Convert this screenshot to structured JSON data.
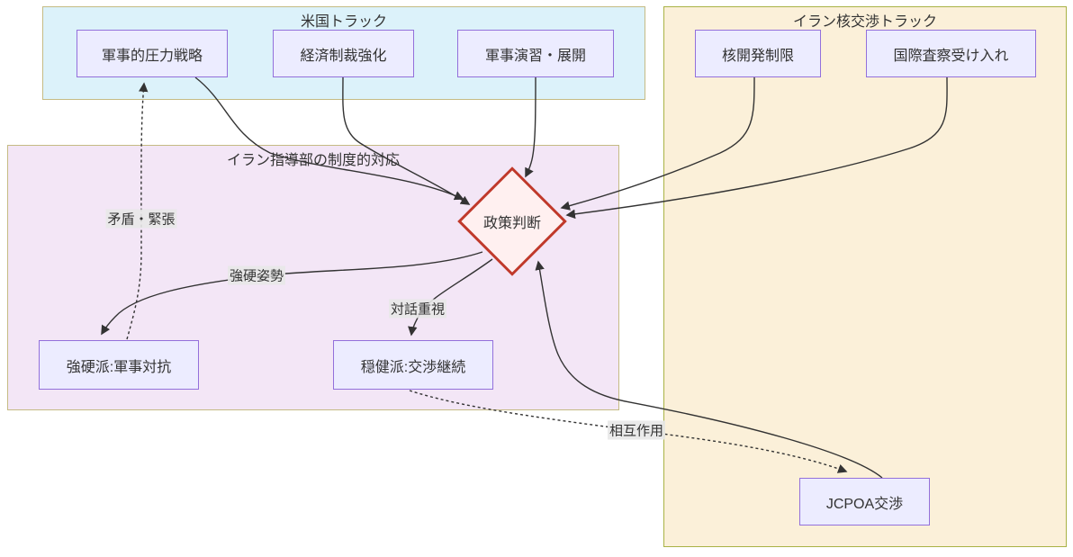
{
  "diagram_type": "flowchart",
  "containers": {
    "us_track": {
      "title": "米国トラック"
    },
    "iran_lead": {
      "title": "イラン指導部の制度的対応"
    },
    "iran_nuclear": {
      "title": "イラン核交渉トラック"
    }
  },
  "nodes": {
    "mil_pressure": {
      "label": "軍事的圧力戦略",
      "shape": "rect",
      "container": "us_track"
    },
    "econ_sanction": {
      "label": "経済制裁強化",
      "shape": "rect",
      "container": "us_track"
    },
    "mil_exercise": {
      "label": "軍事演習・展開",
      "shape": "rect",
      "container": "us_track"
    },
    "nuc_limit": {
      "label": "核開発制限",
      "shape": "rect",
      "container": "iran_nuclear"
    },
    "inspection": {
      "label": "国際査察受け入れ",
      "shape": "rect",
      "container": "iran_nuclear"
    },
    "decision": {
      "label": "政策判断",
      "shape": "diamond",
      "container": "iran_lead"
    },
    "hardline": {
      "label": "強硬派:軍事対抗",
      "shape": "rect",
      "container": "iran_lead"
    },
    "moderate": {
      "label": "穏健派:交渉継続",
      "shape": "rect",
      "container": "iran_lead"
    },
    "jcpoa": {
      "label": "JCPOA交渉",
      "shape": "rect",
      "container": "iran_nuclear"
    }
  },
  "edges": [
    {
      "from": "軍事的圧力戦略",
      "to": "政策判断",
      "style": "solid",
      "label": ""
    },
    {
      "from": "経済制裁強化",
      "to": "政策判断",
      "style": "solid",
      "label": ""
    },
    {
      "from": "軍事演習・展開",
      "to": "政策判断",
      "style": "solid",
      "label": ""
    },
    {
      "from": "核開発制限",
      "to": "政策判断",
      "style": "solid",
      "label": ""
    },
    {
      "from": "国際査察受け入れ",
      "to": "政策判断",
      "style": "solid",
      "label": ""
    },
    {
      "from": "政策判断",
      "to": "強硬派:軍事対抗",
      "style": "solid",
      "label": "強硬姿勢"
    },
    {
      "from": "政策判断",
      "to": "穏健派:交渉継続",
      "style": "solid",
      "label": "対話重視"
    },
    {
      "from": "強硬派:軍事対抗",
      "to": "軍事的圧力戦略",
      "style": "dotted",
      "label": "矛盾・緊張"
    },
    {
      "from": "穏健派:交渉継続",
      "to": "JCPOA交渉",
      "style": "dotted",
      "label": "相互作用"
    },
    {
      "from": "JCPOA交渉",
      "to": "政策判断",
      "style": "solid",
      "label": ""
    }
  ],
  "colors": {
    "us-fill": "#dcf2fa",
    "lead-fill": "#f3e6f6",
    "nuclear-fill": "#fbf0d9",
    "cluster-border": "#c5bb84",
    "nuclear-border": "#a9b245",
    "node-fill": "#ececff",
    "node-border": "#9370db",
    "decision-fill": "#fff0f0",
    "decision-border": "#c0392b",
    "edge": "#333333"
  }
}
